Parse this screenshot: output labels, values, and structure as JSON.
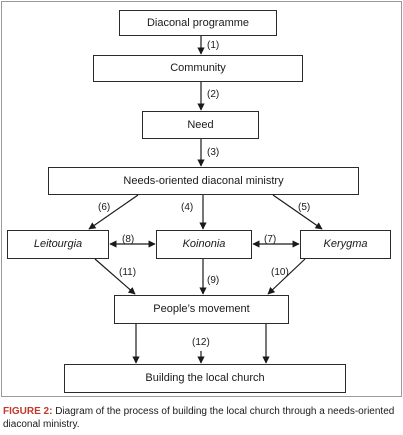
{
  "boxes": {
    "diaconal_programme": "Diaconal programme",
    "community": "Community",
    "need": "Need",
    "needs_oriented_ministry": "Needs-oriented diaconal ministry",
    "leitourgia": "Leitourgia",
    "koinonia": "Koinonia",
    "kerygma": "Kerygma",
    "peoples_movement": "People’s movement",
    "building_local_church": "Building the local church"
  },
  "arrow_labels": [
    "(1)",
    "(2)",
    "(3)",
    "(4)",
    "(5)",
    "(6)",
    "(7)",
    "(8)",
    "(9)",
    "(10)",
    "(11)",
    "(12)"
  ],
  "caption": {
    "figure_label": "FIGURE 2:",
    "text": " Diagram of the process of building the local church through a needs-oriented diaconal ministry."
  }
}
